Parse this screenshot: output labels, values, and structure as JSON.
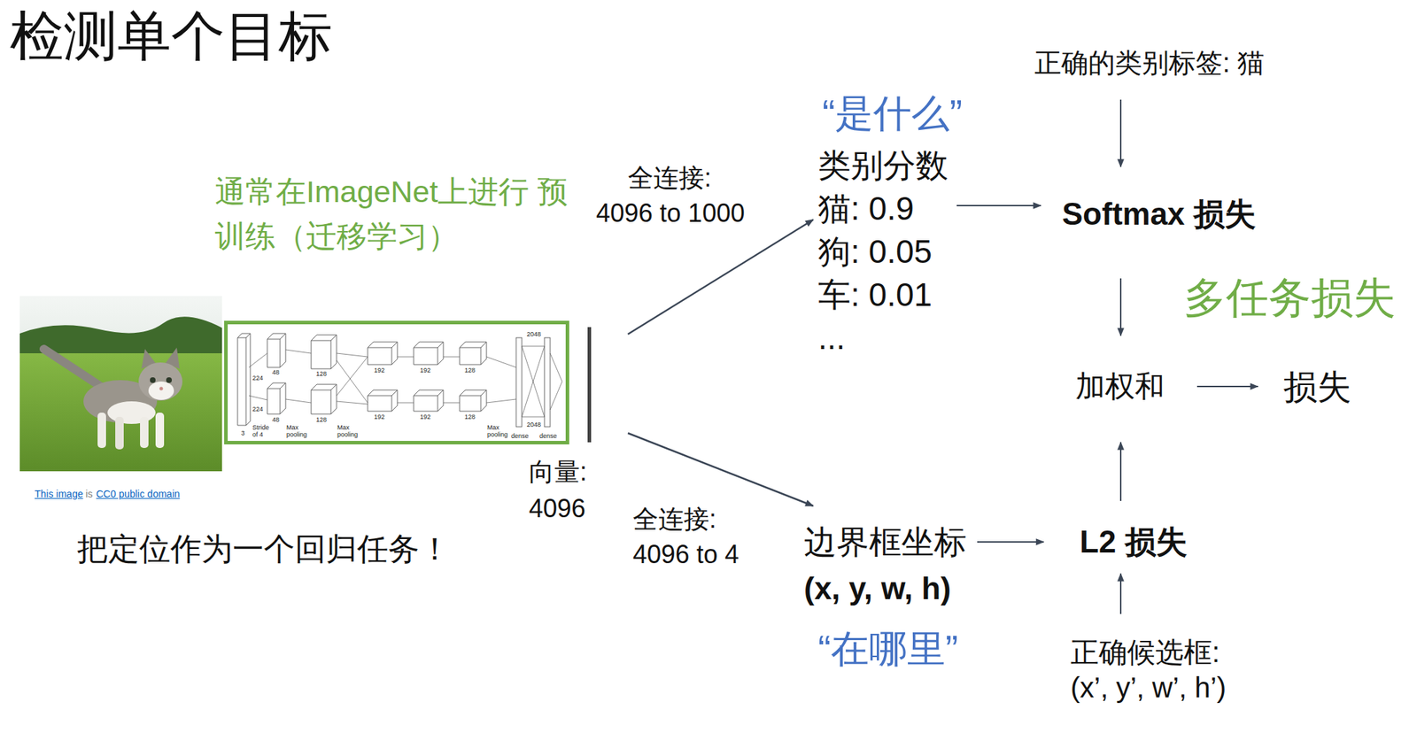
{
  "diagram": {
    "title": "检测单个目标",
    "nodes": [
      {
        "text": [
          "向量: 4096"
        ]
      },
      {
        "text": [
          "类别分数",
          "猫: 0.9",
          "狗: 0.05",
          "车: 0.01",
          "..."
        ]
      },
      {
        "text": [
          "正确的类别标签: 猫"
        ]
      },
      {
        "text": [
          "Softmax 损失"
        ]
      },
      {
        "text": [
          "加权和"
        ]
      },
      {
        "text": [
          "损失"
        ]
      },
      {
        "text": [
          "边界框坐标",
          "(x, y, w, h)"
        ]
      },
      {
        "text": [
          "L2 损失"
        ]
      },
      {
        "text": [
          "正确候选框:",
          "(x’, y’, w’, h’)"
        ]
      }
    ],
    "edges": [
      {
        "from": 0,
        "to": 1,
        "arrow": "to",
        "label": "全连接: 4096 to 1000"
      },
      {
        "from": 0,
        "to": 6,
        "arrow": "to",
        "label": "全连接: 4096 to 4"
      },
      {
        "from": 1,
        "to": 3,
        "arrow": "to"
      },
      {
        "from": 2,
        "to": 3,
        "arrow": "to"
      },
      {
        "from": 3,
        "to": 4,
        "arrow": "to"
      },
      {
        "from": 4,
        "to": 5,
        "arrow": "to"
      },
      {
        "from": 6,
        "to": 7,
        "arrow": "to"
      },
      {
        "from": 8,
        "to": 7,
        "arrow": "to"
      },
      {
        "from": 7,
        "to": 4,
        "arrow": "to"
      }
    ],
    "labels": [
      "通常在ImageNet上进行 预训练（迁移学习）",
      "This image",
      "is",
      "CC0 public domain",
      "把定位作为一个回归任务！",
      "“是什么”",
      "“在哪里”",
      "多任务损失",
      "224",
      "224",
      "Stride of 4",
      "3",
      "48",
      "48",
      "128",
      "128",
      "Max pooling",
      "Max pooling",
      "192",
      "192",
      "192",
      "192",
      "128",
      "128",
      "dense",
      "dense",
      "Max pooling",
      "2048",
      "2048"
    ]
  }
}
